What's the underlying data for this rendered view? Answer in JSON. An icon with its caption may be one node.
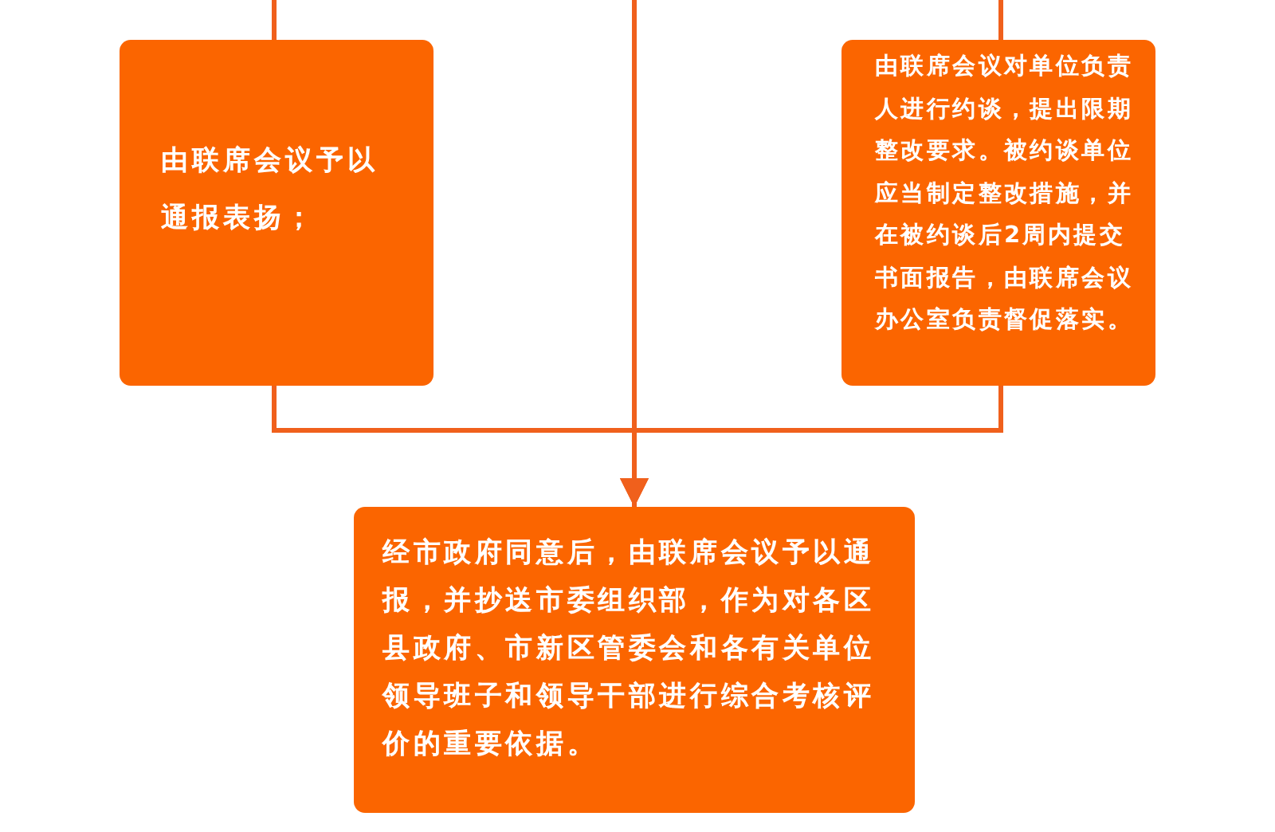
{
  "diagram": {
    "nodes": [
      {
        "text": [
          "由联席会议予以通报表扬；"
        ]
      },
      {
        "text": [
          "由联席会议对单位负责人进行约谈，提出限期整改要求。被约谈单位应当制定整改措施，并在被约谈后2周内提交书面报告，由联席会议办公室负责督促落实。"
        ]
      },
      {
        "text": [
          "经市政府同意后，由联席会议予以通报，并抄送市委组织部，作为对各区县政府、市新区管委会和各有关单位领导班子和领导干部进行综合考核评价的重要依据。"
        ]
      }
    ],
    "edges": [
      {
        "from": null,
        "to": 0,
        "arrow": "none"
      },
      {
        "from": null,
        "to": 2,
        "arrow": "to"
      },
      {
        "from": null,
        "to": 1,
        "arrow": "none"
      },
      {
        "from": 0,
        "to": 2,
        "arrow": "to"
      },
      {
        "from": 1,
        "to": 2,
        "arrow": "to"
      }
    ]
  }
}
